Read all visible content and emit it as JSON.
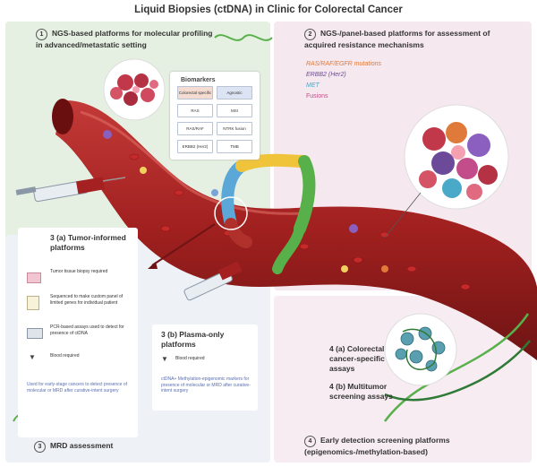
{
  "title": "Liquid Biopsies (ctDNA) in Clinic for Colorectal Cancer",
  "section1": {
    "number": "1",
    "heading": "NGS-based platforms for molecular profiling in advanced/metastatic setting"
  },
  "biomarkers": {
    "title": "Biomarkers",
    "headers": [
      "Colorectal specific",
      "Agnostic"
    ],
    "rows": [
      [
        "RAS",
        "MSI"
      ],
      [
        "RAS/RAF",
        "NTRK fusion"
      ],
      [
        "ERBB2 (Her2)",
        "TMB"
      ]
    ]
  },
  "section2": {
    "number": "2",
    "heading": "NGS-/panel-based platforms for assessment of acquired resistance mechanisms",
    "items": [
      {
        "label": "RAS/RAF/EGFR mutations",
        "color": "#e07a3a"
      },
      {
        "label": "ERBB2 (Her2)",
        "color": "#6c4a9a"
      },
      {
        "label": "MET",
        "color": "#4aa8c8"
      },
      {
        "label": "Fusions",
        "color": "#c34d8a"
      }
    ]
  },
  "section3a": {
    "heading": "3 (a) Tumor-informed platforms",
    "steps": [
      "Tumor tissue biopsy required",
      "Sequenced to make custom panel of limited genes for individual patient",
      "PCR-based assays used to detect for presence of ctDNA",
      "Blood required"
    ],
    "note": "Used for early-stage cancers to detect presence of molecular or MRD after curative-intent surgery"
  },
  "section3b": {
    "heading": "3 (b) Plasma-only platforms",
    "steps": [
      "Blood required"
    ],
    "note": "ctDNA+ Methylation-epigenomic markers for presence of molecular or MRD after curative-intent surgery"
  },
  "section3": {
    "number": "3",
    "heading": "MRD assessment"
  },
  "section4": {
    "number": "4",
    "heading": "Early detection screening platforms (epigenomics-/methylation-based)",
    "items": [
      "4 (a) Colorectal cancer-specific assays",
      "4 (b) Multitumor screening assays"
    ]
  }
}
